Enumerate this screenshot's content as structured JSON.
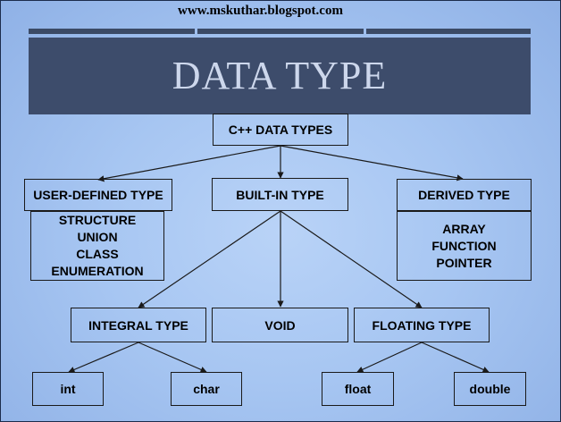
{
  "site_url": "www.mskuthar.blogspot.com",
  "banner_title": "DATA TYPE",
  "root": "C++ DATA TYPES",
  "level1": {
    "user_defined": {
      "label": "USER-DEFINED TYPE",
      "items": [
        "STRUCTURE",
        "UNION",
        "CLASS",
        "ENUMERATION"
      ]
    },
    "built_in": {
      "label": "BUILT-IN TYPE"
    },
    "derived": {
      "label": "DERIVED TYPE",
      "items": [
        "ARRAY",
        "FUNCTION",
        "POINTER"
      ]
    }
  },
  "level2": {
    "integral": "INTEGRAL TYPE",
    "void": "VOID",
    "floating": "FLOATING TYPE"
  },
  "level3": {
    "int": "int",
    "char": "char",
    "float": "float",
    "double": "double"
  },
  "colors": {
    "background": "#a7c6f2",
    "banner": "#3d4c6b",
    "banner_text": "#cdd7ec",
    "stripe": "#3b4a66"
  }
}
